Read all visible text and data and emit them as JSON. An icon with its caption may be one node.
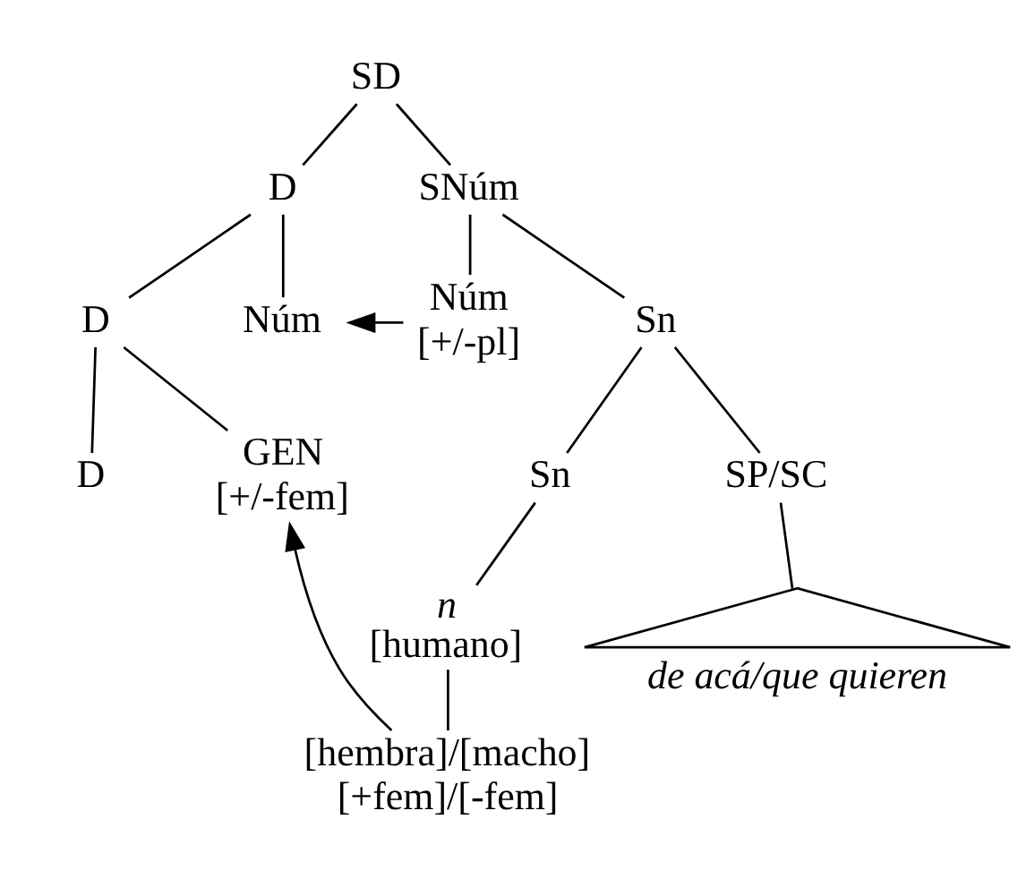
{
  "diagram": {
    "nodes": [
      {
        "text": [
          "SD"
        ]
      },
      {
        "text": [
          "D"
        ]
      },
      {
        "text": [
          "SNúm"
        ]
      },
      {
        "text": [
          "D"
        ]
      },
      {
        "text": [
          "Núm"
        ]
      },
      {
        "text": [
          "Núm",
          "[+/-pl]"
        ]
      },
      {
        "text": [
          "Sn"
        ]
      },
      {
        "text": [
          "D"
        ]
      },
      {
        "text": [
          "GEN",
          "[+/-fem]"
        ]
      },
      {
        "text": [
          "Sn"
        ]
      },
      {
        "text": [
          "SP/SC"
        ]
      },
      {
        "text": [],
        "shape": "triangle",
        "beside": [
          "de acá/que quieren"
        ]
      },
      {
        "text": [
          "n",
          "[humano]"
        ]
      },
      {
        "text": [
          "[hembra]/[macho]",
          "[+fem]/[-fem]"
        ]
      }
    ],
    "edges": [
      {
        "from": 0,
        "to": 1,
        "arrow": "none"
      },
      {
        "from": 0,
        "to": 2,
        "arrow": "none"
      },
      {
        "from": 1,
        "to": 3,
        "arrow": "none"
      },
      {
        "from": 1,
        "to": 4,
        "arrow": "none"
      },
      {
        "from": 2,
        "to": 5,
        "arrow": "none"
      },
      {
        "from": 2,
        "to": 6,
        "arrow": "none"
      },
      {
        "from": 3,
        "to": 7,
        "arrow": "none"
      },
      {
        "from": 3,
        "to": 8,
        "arrow": "none"
      },
      {
        "from": 6,
        "to": 9,
        "arrow": "none"
      },
      {
        "from": 6,
        "to": 10,
        "arrow": "none"
      },
      {
        "from": 10,
        "to": 11,
        "arrow": "none"
      },
      {
        "from": 9,
        "to": 12,
        "arrow": "none"
      },
      {
        "from": 12,
        "to": 13,
        "arrow": "none"
      },
      {
        "from": 5,
        "to": 4,
        "arrow": "to"
      },
      {
        "from": 13,
        "to": 8,
        "arrow": "to"
      }
    ]
  }
}
